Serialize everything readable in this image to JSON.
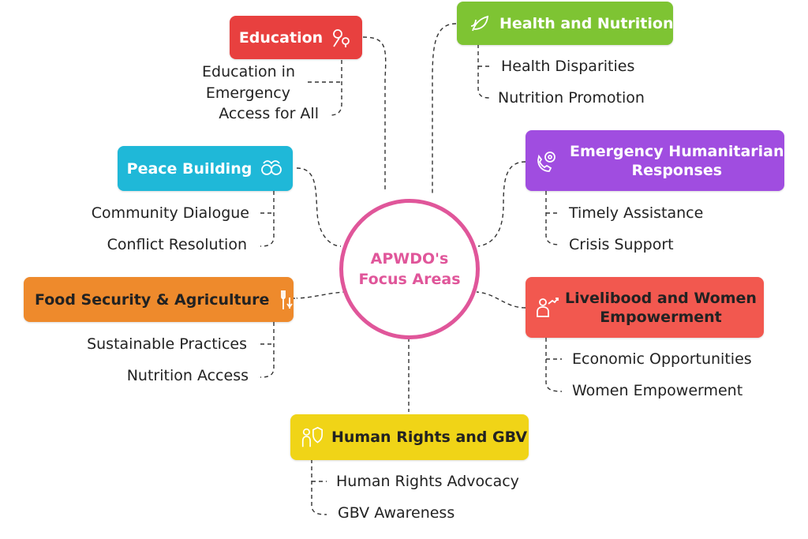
{
  "center": {
    "line1": "APWDO's",
    "line2": "Focus Areas"
  },
  "education": {
    "title": "Education",
    "icon": "plant-icon",
    "items": [
      "Education in",
      "Emergency",
      "Access for All"
    ]
  },
  "health": {
    "title": "Health and Nutrition",
    "icon": "leaf-icon",
    "items": [
      "Health Disparities",
      "Nutrition Promotion"
    ]
  },
  "peace": {
    "title": "Peace Building",
    "icon": "people-icon",
    "items": [
      "Community Dialogue",
      "Conflict Resolution"
    ]
  },
  "emergency": {
    "title1": "Emergency Humanitarian",
    "title2": "Responses",
    "icon": "phone-gear-icon",
    "items": [
      "Timely Assistance",
      "Crisis Support"
    ]
  },
  "food": {
    "title": "Food Security & Agriculture",
    "icon": "cutlery-icon",
    "items": [
      "Sustainable Practices",
      "Nutrition Access"
    ]
  },
  "livelihood": {
    "title1": "Livelibood and Women",
    "title2": "Empowerment",
    "icon": "person-growth-icon",
    "items": [
      "Economic Opportunities",
      "Women Empowerment"
    ]
  },
  "rights": {
    "title": "Human Rights and GBV",
    "icon": "person-shield-icon",
    "items": [
      "Human Rights Advocacy",
      "GBV Awareness"
    ]
  },
  "colors": {
    "education": "#e8403f",
    "health": "#7ec433",
    "peace": "#1fb8d8",
    "emergency": "#a04de0",
    "food": "#ee8a2c",
    "livelihood": "#f2584f",
    "rights": "#f0d417",
    "center": "#e0569a"
  }
}
